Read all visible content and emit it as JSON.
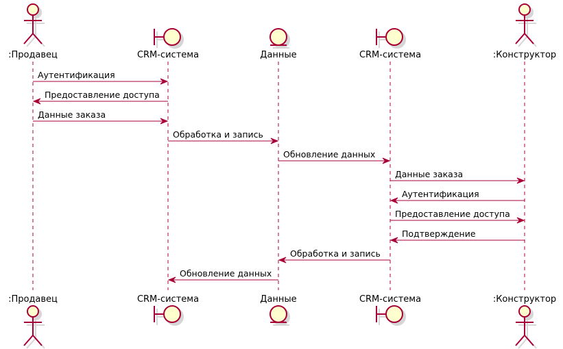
{
  "diagram": {
    "participants": [
      {
        "name": ":Продавец",
        "kind": "actor"
      },
      {
        "name": "CRM-система",
        "kind": "boundary"
      },
      {
        "name": "Данные",
        "kind": "entity"
      },
      {
        "name": "CRM-система",
        "kind": "boundary"
      },
      {
        "name": ":Конструктор",
        "kind": "actor"
      }
    ],
    "messages": [
      {
        "from": 0,
        "to": 1,
        "text": "Аутентификация"
      },
      {
        "from": 1,
        "to": 0,
        "text": "Предоставление доступа"
      },
      {
        "from": 0,
        "to": 1,
        "text": "Данные заказа"
      },
      {
        "from": 1,
        "to": 2,
        "text": "Обработка и запись"
      },
      {
        "from": 2,
        "to": 3,
        "text": "Обновление данных"
      },
      {
        "from": 3,
        "to": 4,
        "text": "Данные заказа"
      },
      {
        "from": 4,
        "to": 3,
        "text": "Аутентификация"
      },
      {
        "from": 3,
        "to": 4,
        "text": "Предоставление доступа"
      },
      {
        "from": 4,
        "to": 3,
        "text": "Подтверждение"
      },
      {
        "from": 3,
        "to": 2,
        "text": "Обработка и запись"
      },
      {
        "from": 2,
        "to": 1,
        "text": "Обновление данных"
      }
    ],
    "colors": {
      "line": "#A80036",
      "fill": "#FEFECE",
      "shadow": "#D6D6D6"
    }
  }
}
